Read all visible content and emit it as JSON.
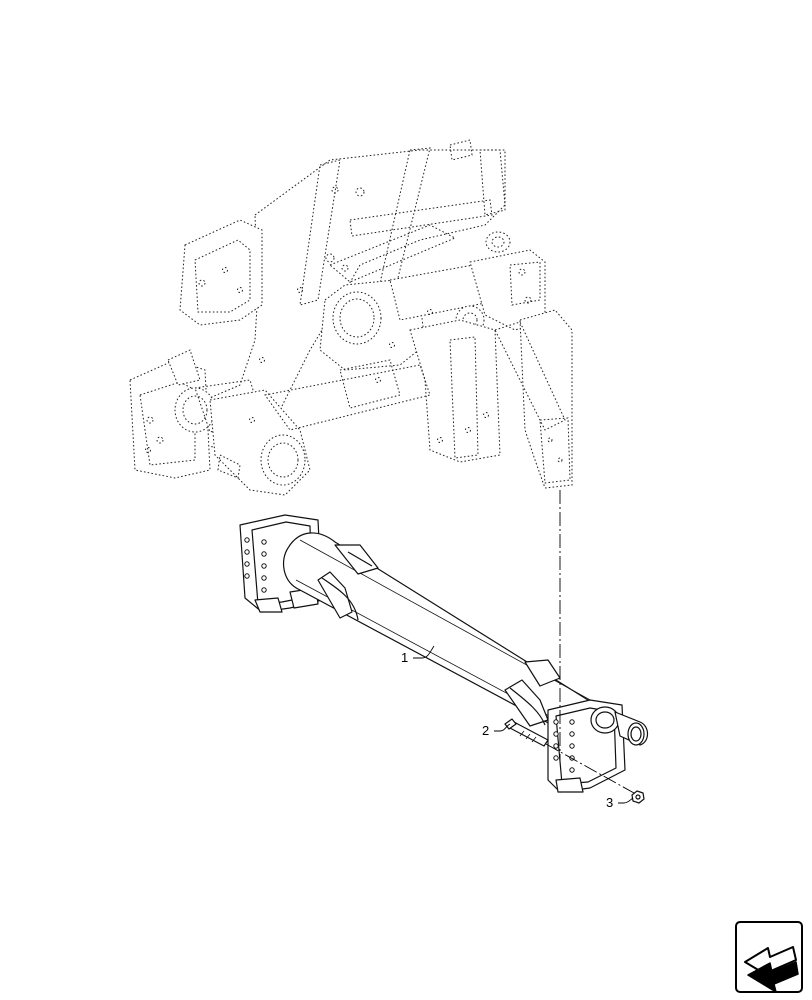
{
  "callouts": [
    {
      "id": "1",
      "label": "1"
    },
    {
      "id": "2",
      "label": "2"
    },
    {
      "id": "3",
      "label": "3"
    }
  ],
  "icons": {
    "corner": "arrow-navigation-icon"
  },
  "colors": {
    "line": "#111111",
    "background": "#ffffff"
  }
}
